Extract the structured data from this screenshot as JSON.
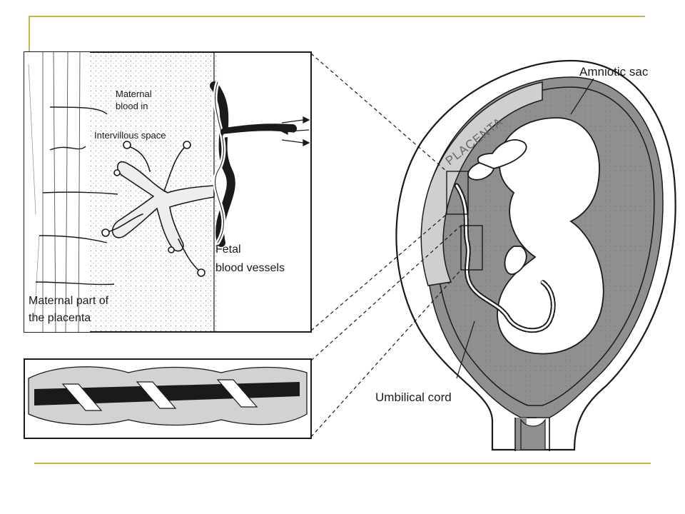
{
  "labels": {
    "amniotic_sac": "Amniotic sac",
    "placenta": "PLACENTA",
    "maternal_blood_in_line1": "Maternal",
    "maternal_blood_in_line2": "blood in",
    "intervillous_space": "Intervillous space",
    "fetal_vessels_line1": "Fetal",
    "fetal_vessels_line2": "blood vessels",
    "maternal_part_line1": "Maternal part of",
    "maternal_part_line2": "the placenta",
    "umbilical_cord": "Umbilical cord"
  },
  "colors": {
    "accent_rule": "#c8b44a",
    "placenta_fill": "#cfcfcf",
    "sac_fill": "#8f8f8f",
    "ink": "#1a1a1a"
  }
}
